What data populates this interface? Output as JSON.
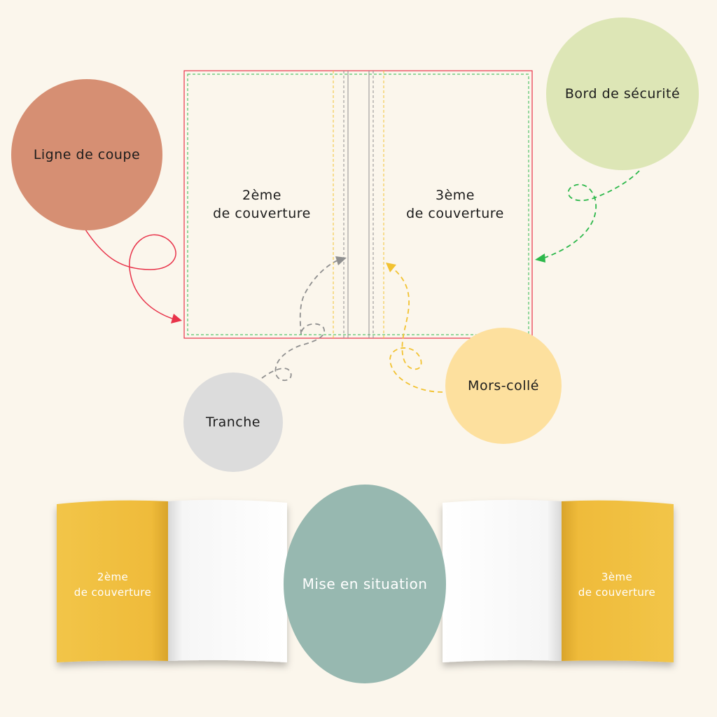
{
  "colors": {
    "background": "#fbf6ec",
    "cut_line": "#e8334a",
    "safety_edge": "#2db84b",
    "glued_hinge": "#f2c230",
    "spine": "#8f8f8f",
    "cut_circle": "#d68f73",
    "safety_circle": "#dde6b6",
    "spine_circle": "#dcdcdc",
    "hinge_circle": "#fde09e",
    "scene_circle": "#97b8b0",
    "cover_yellow": "#f0bd3e",
    "page_white": "#f4f4f4"
  },
  "diagram": {
    "left_panel_label": "2ème\nde couverture",
    "right_panel_label": "3ème\nde couverture"
  },
  "callouts": {
    "cut_line": "Ligne de coupe",
    "safety_edge": "Bord de sécurité",
    "spine": "Tranche",
    "glued_hinge": "Mors-collé"
  },
  "mockup": {
    "left_cover_label": "2ème\nde couverture",
    "right_cover_label": "3ème\nde couverture",
    "center_label": "Mise en situation"
  }
}
